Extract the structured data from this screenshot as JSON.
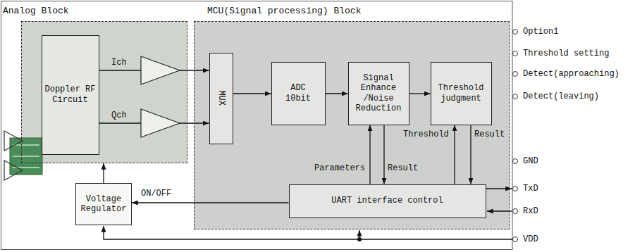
{
  "diagram": {
    "nodes": [
      {
        "text": [
          "Analog Block"
        ]
      },
      {
        "text": [
          "Doppler RF Circuit"
        ],
        "in": 0
      },
      {
        "text": [
          "MCU(Signal processing) Block"
        ]
      },
      {
        "text": [
          "MUX"
        ],
        "in": 2
      },
      {
        "text": [
          "ADC 10bit"
        ],
        "in": 2
      },
      {
        "text": [
          "Signal Enhance /Noise Reduction"
        ],
        "in": 2
      },
      {
        "text": [
          "Threshold judgment"
        ],
        "in": 2
      },
      {
        "text": [
          "UART interface control"
        ],
        "in": 2
      },
      {
        "text": [
          "Voltage Regulator"
        ]
      }
    ],
    "edges": [
      {
        "from": 1,
        "to": 3,
        "arrow": "to",
        "label": "Ich"
      },
      {
        "from": 1,
        "to": 3,
        "arrow": "to",
        "label": "Qch"
      },
      {
        "from": 3,
        "to": 4,
        "arrow": "to"
      },
      {
        "from": 4,
        "to": 5,
        "arrow": "to"
      },
      {
        "from": 5,
        "to": 6,
        "arrow": "to"
      },
      {
        "from": 7,
        "to": 5,
        "arrow": "to",
        "label": "Parameters"
      },
      {
        "from": 5,
        "to": 7,
        "arrow": "to",
        "label": "Result"
      },
      {
        "from": 7,
        "to": 6,
        "arrow": "to",
        "label": "Threshold"
      },
      {
        "from": 6,
        "to": 7,
        "arrow": "to",
        "label": "Result"
      },
      {
        "from": 7,
        "to": 8,
        "arrow": "to",
        "label": "ON/OFF"
      },
      {
        "from": 8,
        "to": 0,
        "arrow": "to"
      }
    ],
    "labels": [
      "Option1",
      "Threshold setting",
      "Detect(approaching)",
      "Detect(leaving)",
      "GND",
      "TxD",
      "RxD",
      "VDD"
    ]
  }
}
